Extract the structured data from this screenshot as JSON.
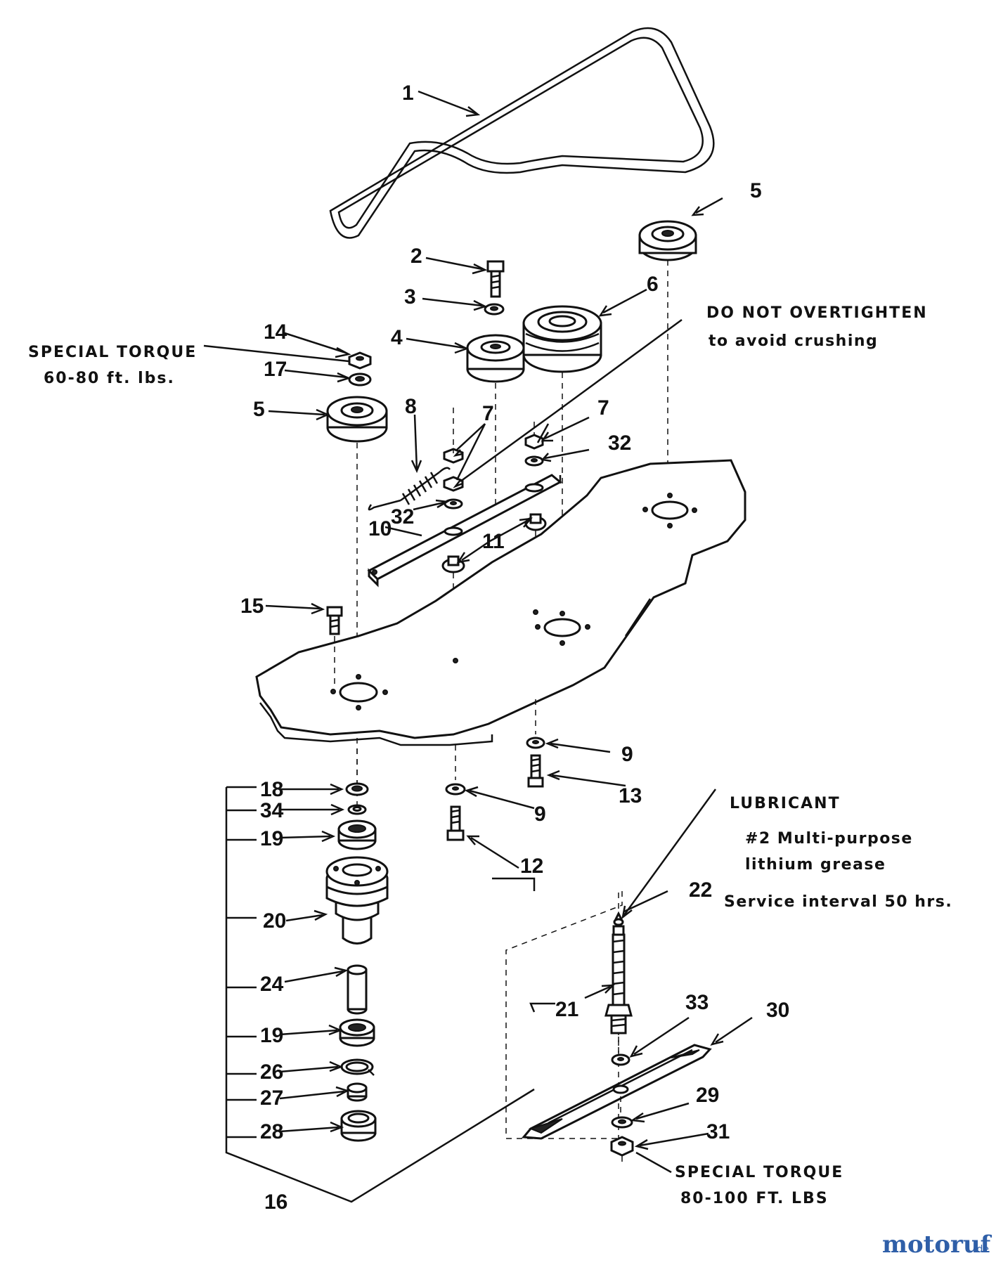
{
  "callouts": {
    "c1": "1",
    "c2": "2",
    "c3": "3",
    "c4": "4",
    "c5a": "5",
    "c5b": "5",
    "c6": "6",
    "c7a": "7",
    "c7b": "7",
    "c8": "8",
    "c9a": "9",
    "c9b": "9",
    "c10": "10",
    "c11": "11",
    "c12": "12",
    "c13": "13",
    "c14": "14",
    "c15": "15",
    "c16": "16",
    "c17": "17",
    "c18": "18",
    "c19a": "19",
    "c19b": "19",
    "c20": "20",
    "c21": "21",
    "c22": "22",
    "c24": "24",
    "c26": "26",
    "c27": "27",
    "c28": "28",
    "c29": "29",
    "c30": "30",
    "c31": "31",
    "c32a": "32",
    "c32b": "32",
    "c33": "33",
    "c34": "34"
  },
  "notes": {
    "torque_top_line1": "SPECIAL TORQUE",
    "torque_top_line2": "60-80 ft. lbs.",
    "overtighten_line1": "DO NOT OVERTIGHTEN",
    "overtighten_line2": "to avoid crushing",
    "lubricant_title": "LUBRICANT",
    "lubricant_line1": "#2 Multi-purpose",
    "lubricant_line2": "lithium grease",
    "service_interval": "Service interval 50 hrs.",
    "torque_bottom_line1": "SPECIAL TORQUE",
    "torque_bottom_line2": "80-100 FT. LBS"
  },
  "watermark": {
    "brand": "motoruf",
    "suffix": ".de"
  },
  "colors": {
    "ink": "#111111",
    "watermark_blue": "#2f5fa8",
    "watermark_red": "#c0392b"
  }
}
